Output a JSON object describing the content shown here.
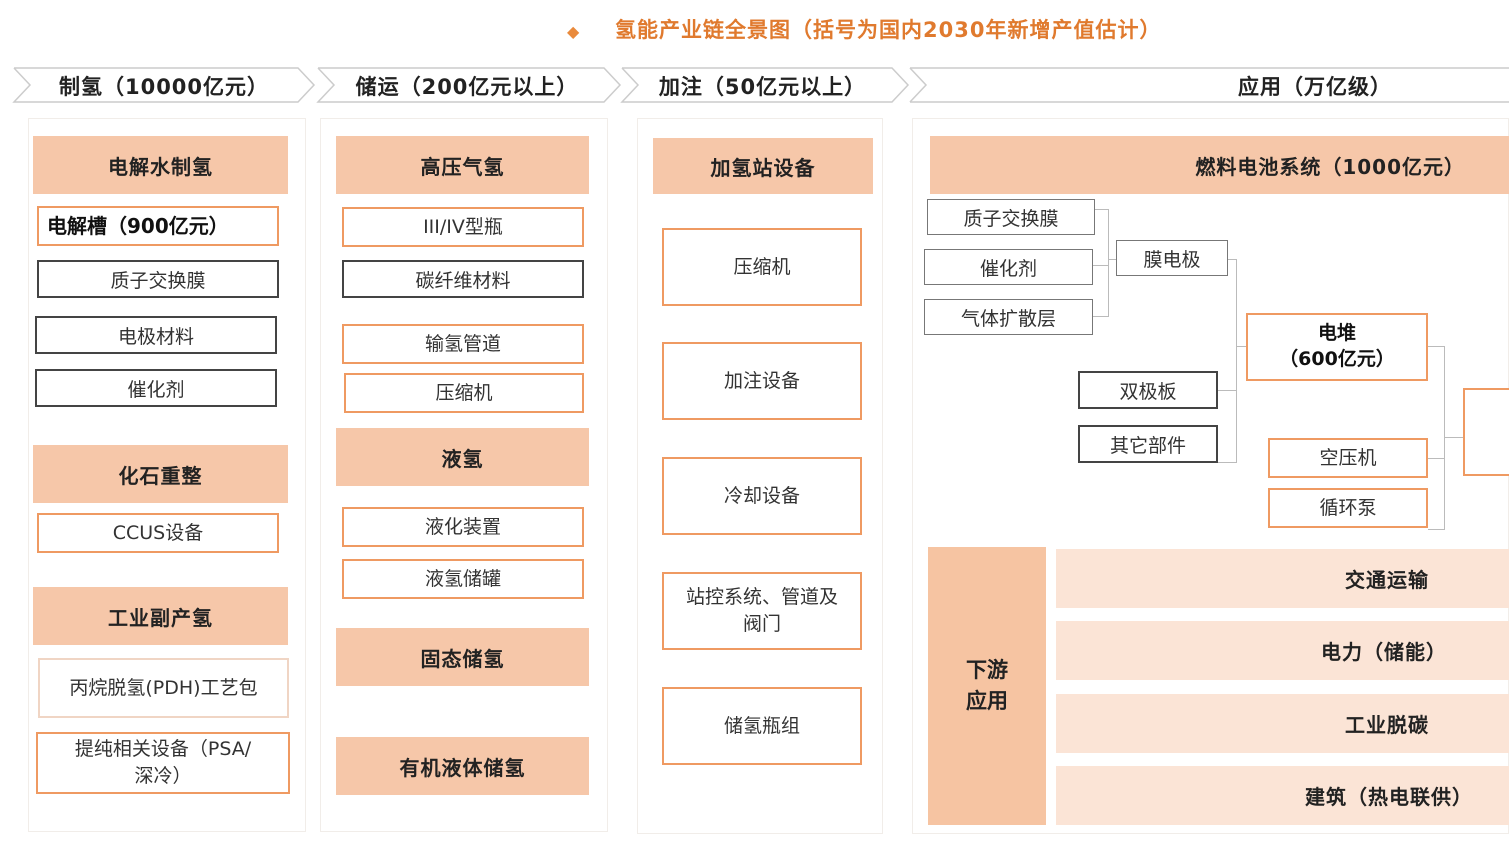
{
  "title": "氢能产业链全景图（括号为国内2030年新增产值估计）",
  "stages": [
    "制氢（10000亿元）",
    "储运（200亿元以上）",
    "加注（50亿元以上）",
    "应用（万亿级）"
  ],
  "production": {
    "electrolysis_header": "电解水制氢",
    "electrolyzer": "电解槽（900亿元）",
    "pem": "质子交换膜",
    "electrode_material": "电极材料",
    "catalyst": "催化剂",
    "fossil_header": "化石重整",
    "ccus": "CCUS设备",
    "industrial_header": "工业副产氢",
    "pdh": "丙烷脱氢(PDH)工艺包",
    "psa": "提纯相关设备（PSA/深冷）"
  },
  "storage": {
    "hp_header": "高压气氢",
    "tank": "III/IV型瓶",
    "carbon_fiber": "碳纤维材料",
    "pipeline": "输氢管道",
    "compressor": "压缩机",
    "liquid_header": "液氢",
    "liquefier": "液化装置",
    "lh2_tank": "液氢储罐",
    "solid_header": "固态储氢",
    "organic_header": "有机液体储氢"
  },
  "refueling": {
    "header": "加氢站设备",
    "items": [
      "压缩机",
      "加注设备",
      "冷却设备",
      "站控系统、管道及阀门",
      "储氢瓶组"
    ]
  },
  "application": {
    "fc_header": "燃料电池系统（1000亿元）",
    "pem": "质子交换膜",
    "catalyst": "催化剂",
    "gdl": "气体扩散层",
    "mea": "膜电极",
    "bipolar": "双极板",
    "other_parts": "其它部件",
    "stack_name": "电堆",
    "stack_value": "（600亿元）",
    "air_compressor": "空压机",
    "pump": "循环泵",
    "downstream_line1": "下游",
    "downstream_line2": "应用",
    "uses": [
      "交通运输",
      "电力（储能）",
      "工业脱碳",
      "建筑（热电联供）"
    ]
  }
}
